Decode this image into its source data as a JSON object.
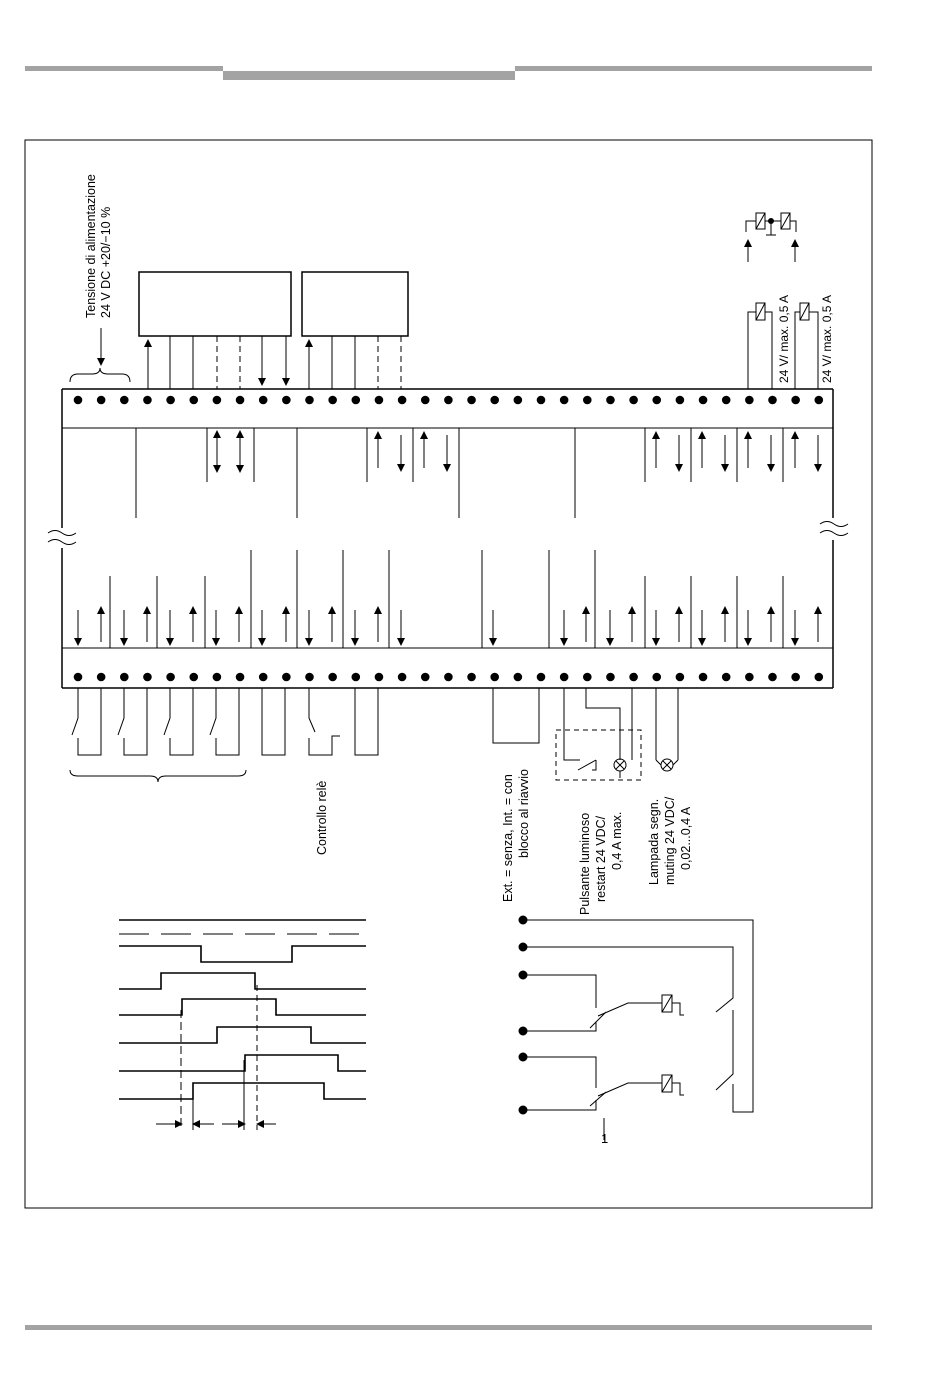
{
  "labels": {
    "supply_voltage_line1": "Tensione di alimentazione",
    "supply_voltage_line2": "24 V DC +20/−10 %",
    "output_a_line1": "24 V/ max. 0,5 A",
    "output_b_line1": "24 V/ max. 0,5 A",
    "relay_check": "Controllo relè",
    "restart_line1": "Ext. = senza, Int. = con",
    "restart_line2": "blocco al riavvio",
    "pushbutton_line1": "Pulsante luminoso",
    "pushbutton_line2": "restart 24 VDC/",
    "pushbutton_line3": "0,4 A max.",
    "lamp_line1": "Lampada segn.",
    "lamp_line2": "muting 24 VDC/",
    "lamp_line3": "0,02...0,4 A",
    "ground_mark": "1"
  },
  "colors": {
    "page_bar": "#a3a3a3",
    "line": "#000000"
  }
}
